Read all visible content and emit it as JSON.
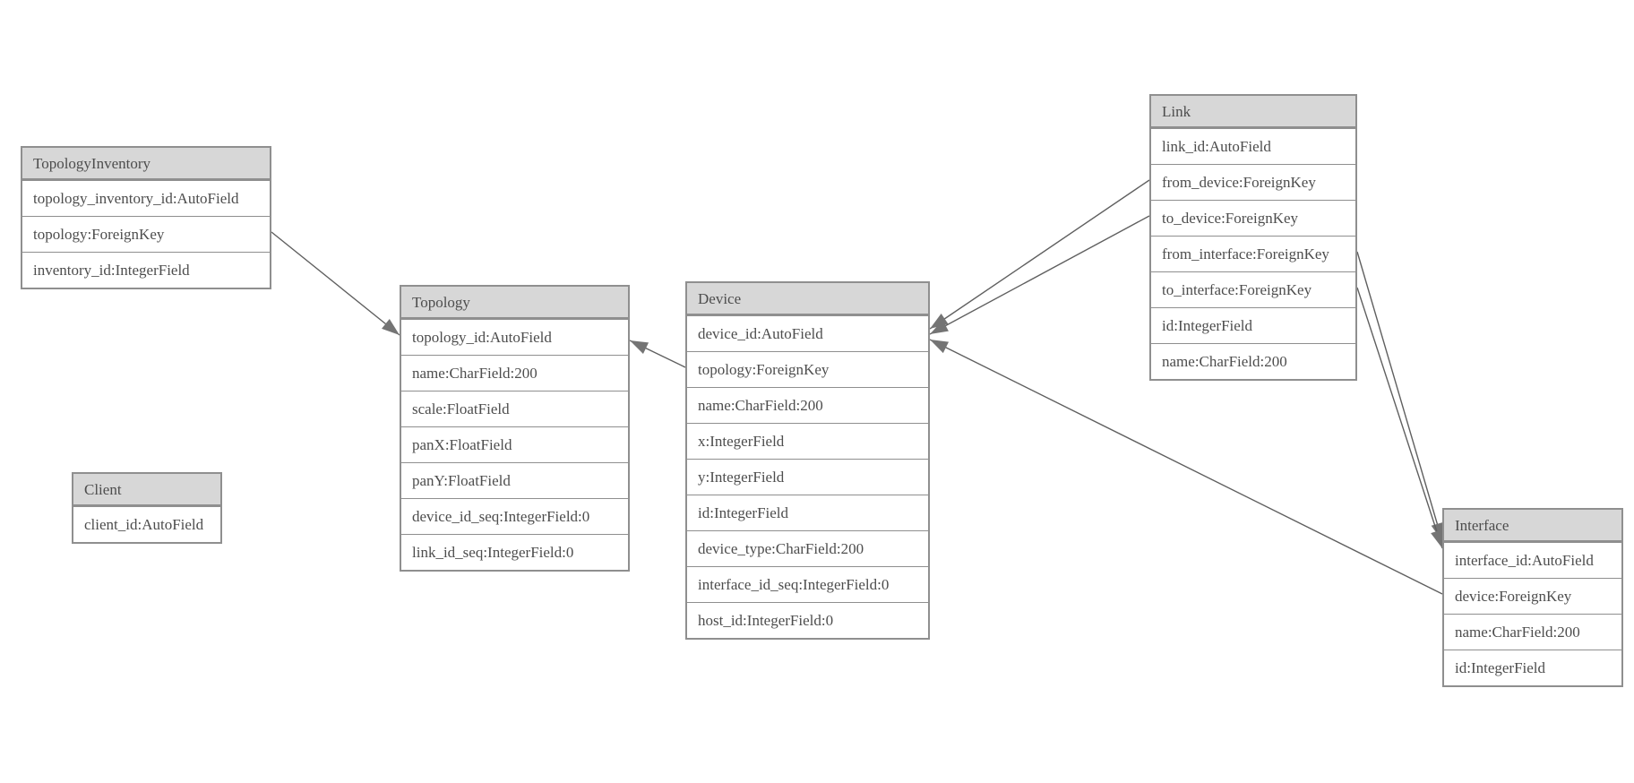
{
  "diagram": {
    "type": "entity-relationship-model-graph",
    "entities": [
      {
        "name": "TopologyInventory",
        "fields": [
          "topology_inventory_id:AutoField",
          "topology:ForeignKey",
          "inventory_id:IntegerField"
        ]
      },
      {
        "name": "Topology",
        "fields": [
          "topology_id:AutoField",
          "name:CharField:200",
          "scale:FloatField",
          "panX:FloatField",
          "panY:FloatField",
          "device_id_seq:IntegerField:0",
          "link_id_seq:IntegerField:0"
        ]
      },
      {
        "name": "Client",
        "fields": [
          "client_id:AutoField"
        ]
      },
      {
        "name": "Device",
        "fields": [
          "device_id:AutoField",
          "topology:ForeignKey",
          "name:CharField:200",
          "x:IntegerField",
          "y:IntegerField",
          "id:IntegerField",
          "device_type:CharField:200",
          "interface_id_seq:IntegerField:0",
          "host_id:IntegerField:0"
        ]
      },
      {
        "name": "Link",
        "fields": [
          "link_id:AutoField",
          "from_device:ForeignKey",
          "to_device:ForeignKey",
          "from_interface:ForeignKey",
          "to_interface:ForeignKey",
          "id:IntegerField",
          "name:CharField:200"
        ]
      },
      {
        "name": "Interface",
        "fields": [
          "interface_id:AutoField",
          "device:ForeignKey",
          "name:CharField:200",
          "id:IntegerField"
        ]
      }
    ],
    "relationships": [
      {
        "from": "TopologyInventory.topology",
        "to": "Topology"
      },
      {
        "from": "Device.topology",
        "to": "Topology"
      },
      {
        "from": "Link.from_device",
        "to": "Device"
      },
      {
        "from": "Link.to_device",
        "to": "Device"
      },
      {
        "from": "Link.from_interface",
        "to": "Interface"
      },
      {
        "from": "Link.to_interface",
        "to": "Interface"
      },
      {
        "from": "Interface.device",
        "to": "Device"
      }
    ],
    "colors": {
      "background": "#ffffff",
      "header_fill": "#d7d7d7",
      "box_border": "#8f8f8f",
      "text": "#4d4d4d",
      "edge_line": "#5f5f5f",
      "arrowhead": "#747474"
    }
  }
}
